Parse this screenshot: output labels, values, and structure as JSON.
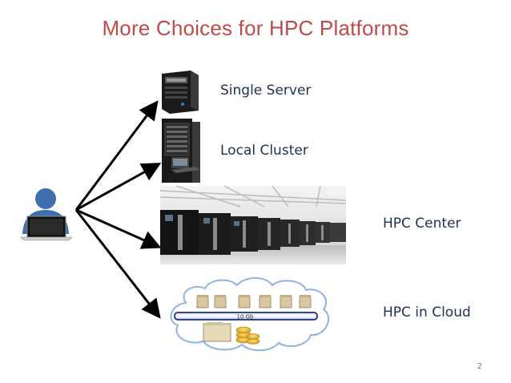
{
  "slide": {
    "title": "More Choices for HPC Platforms",
    "page_number": "2"
  },
  "platforms": [
    {
      "label": "Single Server",
      "icon": "tower-server-icon"
    },
    {
      "label": "Local Cluster",
      "icon": "server-rack-icon"
    },
    {
      "label": "HPC Center",
      "icon": "datacenter-photo"
    },
    {
      "label": "HPC in Cloud",
      "icon": "cloud-icon"
    }
  ],
  "cloud": {
    "network_label": "10 Gb"
  },
  "user": {
    "icon": "user-laptop-icon"
  },
  "colors": {
    "title": "#be4b48",
    "label": "#1f3050",
    "arrow": "#000000",
    "user": "#3f6fb0"
  }
}
